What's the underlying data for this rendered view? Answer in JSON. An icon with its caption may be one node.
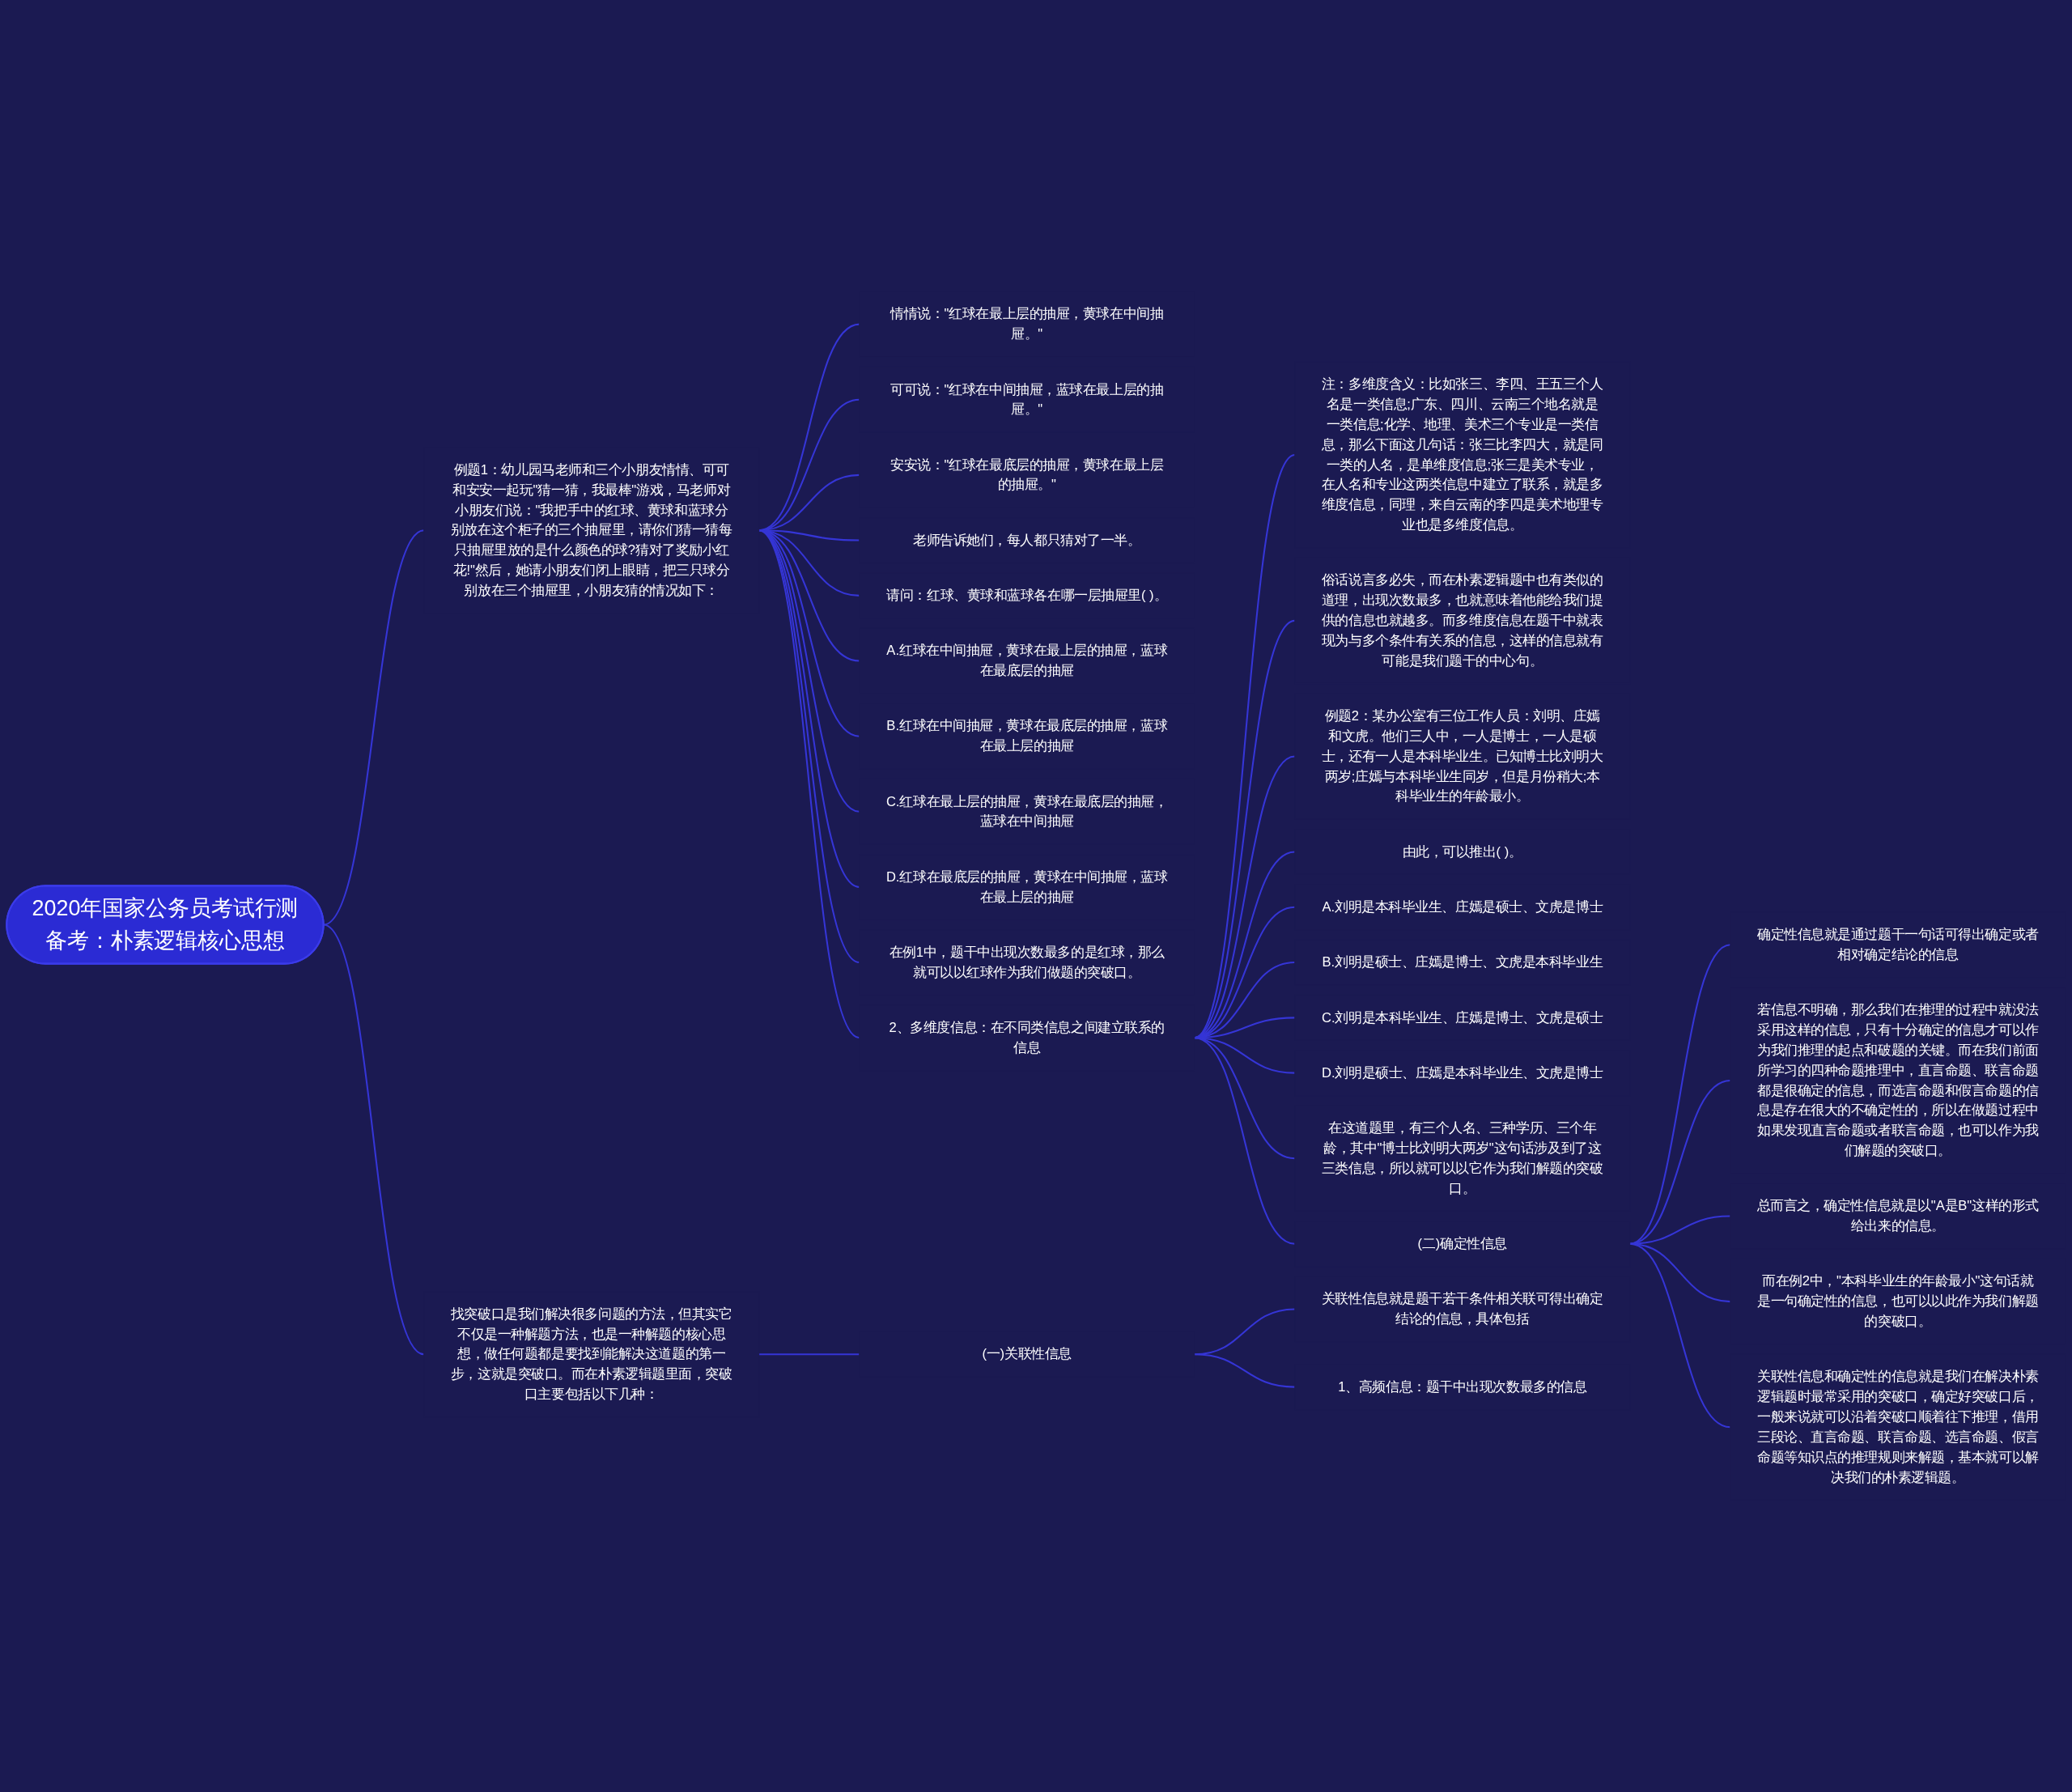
{
  "diagram": {
    "nodes": [
      {
        "text": [
          "2020年国家公务员考试行测备考：朴素逻辑核心思想"
        ]
      },
      {
        "text": [
          "例题1：幼儿园马老师和三个小朋友情情、可可和安安一起玩\"猜一猜，我最棒\"游戏，马老师对小朋友们说：\"我把手中的红球、黄球和蓝球分别放在这个柜子的三个抽屉里，请你们猜一猜每只抽屉里放的是什么颜色的球?猜对了奖励小红花!\"然后，她请小朋友们闭上眼睛，把三只球分别放在三个抽屉里，小朋友猜的情况如下："
        ]
      },
      {
        "text": [
          "情情说：\"红球在最上层的抽屉，黄球在中间抽屉。\""
        ]
      },
      {
        "text": [
          "可可说：\"红球在中间抽屉，蓝球在最上层的抽屉。\""
        ]
      },
      {
        "text": [
          "安安说：\"红球在最底层的抽屉，黄球在最上层的抽屉。\""
        ]
      },
      {
        "text": [
          "老师告诉她们，每人都只猜对了一半。"
        ]
      },
      {
        "text": [
          "请问：红球、黄球和蓝球各在哪一层抽屉里( )。"
        ]
      },
      {
        "text": [
          "A.红球在中间抽屉，黄球在最上层的抽屉，蓝球在最底层的抽屉"
        ]
      },
      {
        "text": [
          "B.红球在中间抽屉，黄球在最底层的抽屉，蓝球在最上层的抽屉"
        ]
      },
      {
        "text": [
          "C.红球在最上层的抽屉，黄球在最底层的抽屉，蓝球在中间抽屉"
        ]
      },
      {
        "text": [
          "D.红球在最底层的抽屉，黄球在中间抽屉，蓝球在最上层的抽屉"
        ]
      },
      {
        "text": [
          "在例1中，题干中出现次数最多的是红球，那么就可以以红球作为我们做题的突破口。"
        ]
      },
      {
        "text": [
          "2、多维度信息：在不同类信息之间建立联系的信息"
        ]
      },
      {
        "text": [
          "注：多维度含义：比如张三、李四、王五三个人名是一类信息;广东、四川、云南三个地名就是一类信息;化学、地理、美术三个专业是一类信息，那么下面这几句话：张三比李四大，就是同一类的人名，是单维度信息;张三是美术专业，在人名和专业这两类信息中建立了联系，就是多维度信息，同理，来自云南的李四是美术地理专业也是多维度信息。"
        ]
      },
      {
        "text": [
          "俗话说言多必失，而在朴素逻辑题中也有类似的道理，出现次数最多，也就意味着他能给我们提供的信息也就越多。而多维度信息在题干中就表现为与多个条件有关系的信息，这样的信息就有可能是我们题干的中心句。"
        ]
      },
      {
        "text": [
          "例题2：某办公室有三位工作人员：刘明、庄嫣和文虎。他们三人中，一人是博士，一人是硕士，还有一人是本科毕业生。已知博士比刘明大两岁;庄嫣与本科毕业生同岁，但是月份稍大;本科毕业生的年龄最小。"
        ]
      },
      {
        "text": [
          "由此，可以推出( )。"
        ]
      },
      {
        "text": [
          "A.刘明是本科毕业生、庄嫣是硕士、文虎是博士"
        ]
      },
      {
        "text": [
          "B.刘明是硕士、庄嫣是博士、文虎是本科毕业生"
        ]
      },
      {
        "text": [
          "C.刘明是本科毕业生、庄嫣是博士、文虎是硕士"
        ]
      },
      {
        "text": [
          "D.刘明是硕士、庄嫣是本科毕业生、文虎是博士"
        ]
      },
      {
        "text": [
          "在这道题里，有三个人名、三种学历、三个年龄，其中\"博士比刘明大两岁\"这句话涉及到了这三类信息，所以就可以以它作为我们解题的突破口。"
        ]
      },
      {
        "text": [
          "(二)确定性信息"
        ]
      },
      {
        "text": [
          "确定性信息就是通过题干一句话可得出确定或者相对确定结论的信息"
        ]
      },
      {
        "text": [
          "若信息不明确，那么我们在推理的过程中就没法采用这样的信息，只有十分确定的信息才可以作为我们推理的起点和破题的关键。而在我们前面所学习的四种命题推理中，直言命题、联言命题都是很确定的信息，而选言命题和假言命题的信息是存在很大的不确定性的，所以在做题过程中如果发现直言命题或者联言命题，也可以作为我们解题的突破口。"
        ]
      },
      {
        "text": [
          "总而言之，确定性信息就是以\"A是B\"这样的形式给出来的信息。"
        ]
      },
      {
        "text": [
          "而在例2中，\"本科毕业生的年龄最小\"这句话就是一句确定性的信息，也可以以此作为我们解题的突破口。"
        ]
      },
      {
        "text": [
          "关联性信息和确定性的信息就是我们在解决朴素逻辑题时最常采用的突破口，确定好突破口后，一般来说就可以沿着突破口顺着往下推理，借用三段论、直言命题、联言命题、选言命题、假言命题等知识点的推理规则来解题，基本就可以解决我们的朴素逻辑题。"
        ]
      },
      {
        "text": [
          "找突破口是我们解决很多问题的方法，但其实它不仅是一种解题方法，也是一种解题的核心思想，做任何题都是要找到能解决这道题的第一步，这就是突破口。而在朴素逻辑题里面，突破口主要包括以下几种："
        ]
      },
      {
        "text": [
          "(一)关联性信息"
        ]
      },
      {
        "text": [
          "关联性信息就是题干若干条件相关联可得出确定结论的信息，具体包括"
        ]
      },
      {
        "text": [
          "1、高频信息：题干中出现次数最多的信息"
        ]
      }
    ],
    "edges": [
      {
        "from": 0,
        "to": 1,
        "arrow": "none"
      },
      {
        "from": 1,
        "to": 2,
        "arrow": "none"
      },
      {
        "from": 1,
        "to": 3,
        "arrow": "none"
      },
      {
        "from": 1,
        "to": 4,
        "arrow": "none"
      },
      {
        "from": 1,
        "to": 5,
        "arrow": "none"
      },
      {
        "from": 1,
        "to": 6,
        "arrow": "none"
      },
      {
        "from": 1,
        "to": 7,
        "arrow": "none"
      },
      {
        "from": 1,
        "to": 8,
        "arrow": "none"
      },
      {
        "from": 1,
        "to": 9,
        "arrow": "none"
      },
      {
        "from": 1,
        "to": 10,
        "arrow": "none"
      },
      {
        "from": 1,
        "to": 11,
        "arrow": "none"
      },
      {
        "from": 1,
        "to": 12,
        "arrow": "none"
      },
      {
        "from": 12,
        "to": 13,
        "arrow": "none"
      },
      {
        "from": 12,
        "to": 14,
        "arrow": "none"
      },
      {
        "from": 12,
        "to": 15,
        "arrow": "none"
      },
      {
        "from": 12,
        "to": 16,
        "arrow": "none"
      },
      {
        "from": 12,
        "to": 17,
        "arrow": "none"
      },
      {
        "from": 12,
        "to": 18,
        "arrow": "none"
      },
      {
        "from": 12,
        "to": 19,
        "arrow": "none"
      },
      {
        "from": 12,
        "to": 20,
        "arrow": "none"
      },
      {
        "from": 12,
        "to": 21,
        "arrow": "none"
      },
      {
        "from": 12,
        "to": 22,
        "arrow": "none"
      },
      {
        "from": 22,
        "to": 23,
        "arrow": "none"
      },
      {
        "from": 22,
        "to": 24,
        "arrow": "none"
      },
      {
        "from": 22,
        "to": 25,
        "arrow": "none"
      },
      {
        "from": 22,
        "to": 26,
        "arrow": "none"
      },
      {
        "from": 22,
        "to": 27,
        "arrow": "none"
      },
      {
        "from": 0,
        "to": 28,
        "arrow": "none"
      },
      {
        "from": 28,
        "to": 29,
        "arrow": "none"
      },
      {
        "from": 29,
        "to": 30,
        "arrow": "none"
      },
      {
        "from": 29,
        "to": 31,
        "arrow": "none"
      }
    ]
  }
}
